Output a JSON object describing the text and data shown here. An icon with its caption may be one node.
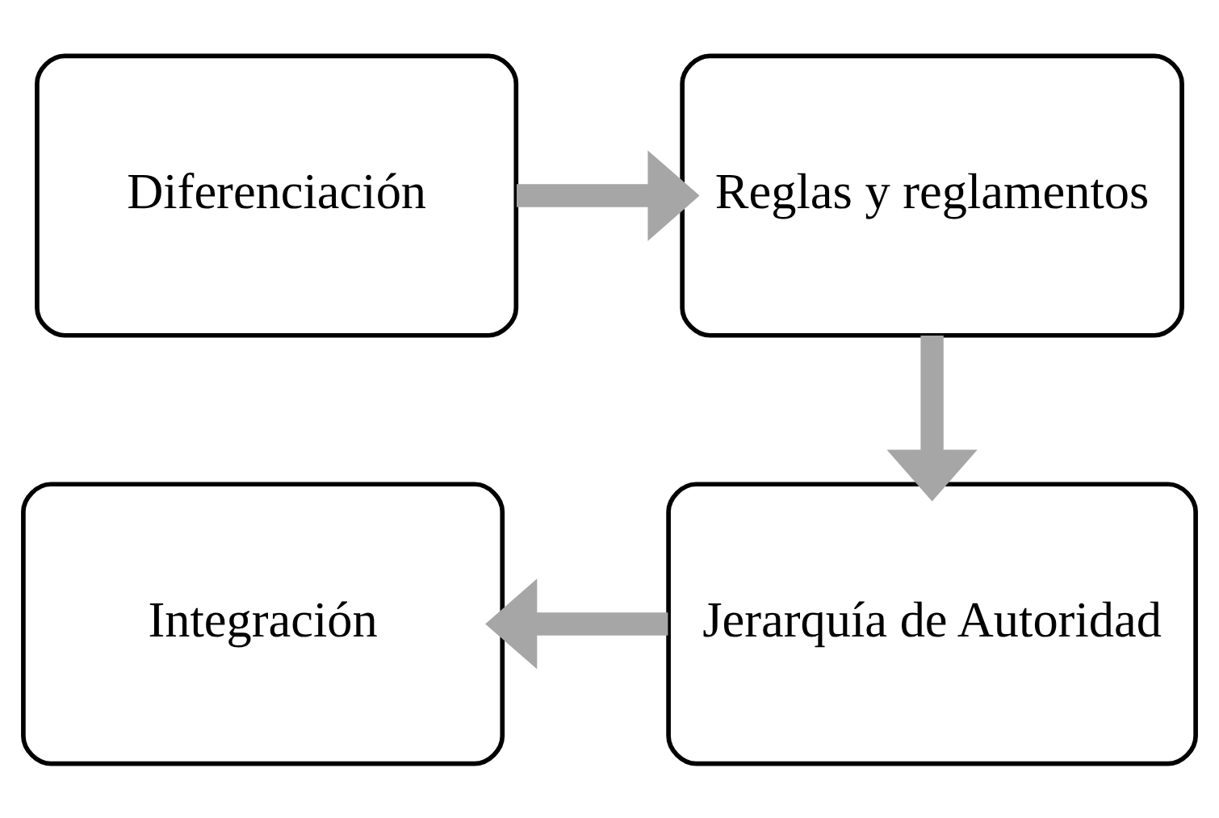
{
  "diagram": {
    "nodes": [
      {
        "text": [
          "Diferenciación"
        ]
      },
      {
        "text": [
          "Reglas y reglamentos"
        ]
      },
      {
        "text": [
          "Jerarquía de Autoridad"
        ]
      },
      {
        "text": [
          "Integración"
        ]
      }
    ],
    "edges": [
      {
        "from": 0,
        "to": 1,
        "arrow": "to"
      },
      {
        "from": 1,
        "to": 2,
        "arrow": "to"
      },
      {
        "from": 2,
        "to": 3,
        "arrow": "to"
      }
    ]
  }
}
